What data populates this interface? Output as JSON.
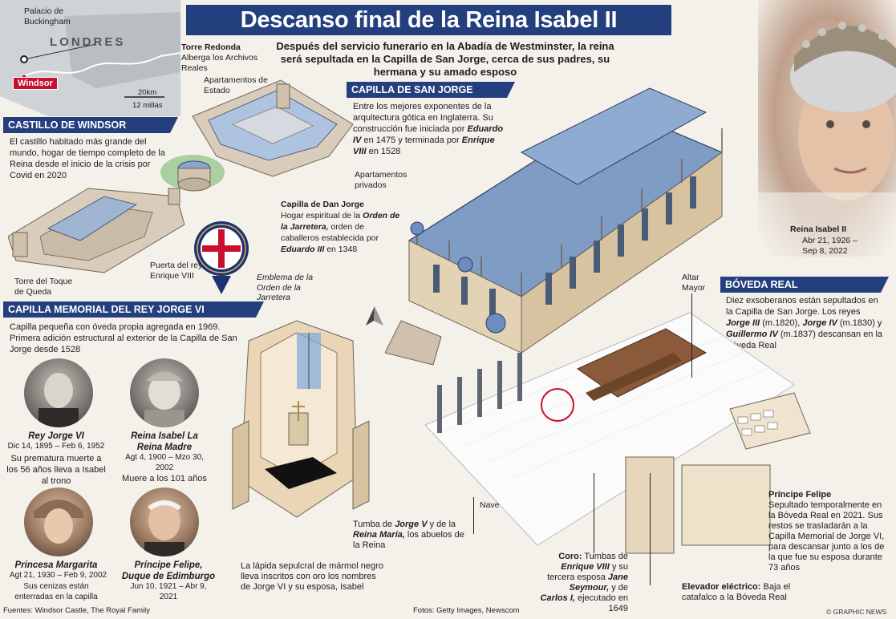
{
  "header": {
    "title": "Descanso final de la Reina Isabel II",
    "subtitle": "Después del servicio funerario en la Abadía de Westminster, la reina será sepultada en la Capilla de San Jorge, cerca de sus padres, su hermana y su amado esposo"
  },
  "map": {
    "palace_label": "Palacio de Buckingham",
    "city_label": "LONDRES",
    "windsor_label": "Windsor",
    "scale_km": "20km",
    "scale_miles": "12 millas"
  },
  "castle": {
    "section_title": "CASTILLO DE WINDSOR",
    "description": "El castillo habitado más grande del mundo, hogar de tiempo completo de la Reina desde el inicio de la crisis por Covid en 2020",
    "round_tower_title": "Torre Redonda",
    "round_tower_desc": "Alberga los Archivos Reales",
    "state_apartments": "Apartamentos de Estado",
    "private_apartments": "Apartamentos privados",
    "curfew_tower": "Torre del Toque de Queda",
    "henry_gate": "Puerta del rey Enrique VIII"
  },
  "garter": {
    "chapel_title": "Capilla de Dan Jorge",
    "chapel_desc_1": "Hogar espiritual de la",
    "order_name": "Orden de la Jarretera,",
    "chapel_desc_2": "orden de caballeros establecida por",
    "king_name": "Eduardo III",
    "chapel_desc_3": "en 1348",
    "emblem_caption": "Emblema de la Orden de la Jarretera"
  },
  "st_george": {
    "section_title": "CAPILLA DE SAN JORGE",
    "desc_1": "Entre los mejores exponentes de la arquitectura gótica en Inglaterra. Su construcción fue iniciada por",
    "king_1": "Eduardo IV",
    "desc_2": "en 1475 y terminada por",
    "king_2": "Enrique VIII",
    "desc_3": "en 1528"
  },
  "queen": {
    "name": "Reina Isabel II",
    "born": "Abr 21, 1926 –",
    "died": "Sep 8, 2022"
  },
  "memorial": {
    "section_title": "CAPILLA MEMORIAL DEL REY JORGE VI",
    "description": "Capilla pequeña con óveda propia agregada en 1969. Primera adición estructural al exterior de la Capilla de San Jorge desde 1528",
    "ledger_caption": "La lápida sepulcral de mármol negro lleva inscritos con oro los nombres de Jorge VI y su esposa, Isabel"
  },
  "people": [
    {
      "name": "Rey Jorge VI",
      "dates": "Dic 14, 1895 – Feb 6, 1952",
      "note": "Su prematura muerte a los 56 años lleva a Isabel al trono"
    },
    {
      "name": "Reina Isabel La Reina Madre",
      "dates": "Agt 4, 1900 – Mzo 30, 2002",
      "note": "Muere a los 101 años"
    },
    {
      "name": "Princesa Margarita",
      "dates": "Agt 21, 1930 – Feb 9, 2002",
      "note": "Sus cenizas están enterradas en la capilla"
    },
    {
      "name": "Príncipe Felipe, Duque de Edimburgo",
      "dates": "Jun 10, 1921 – Abr 9, 2021",
      "note": ""
    }
  ],
  "vault": {
    "altar_label": "Altar Mayor",
    "section_title": "BÓVEDA REAL",
    "desc_1": "Diez exsoberanos están sepultados en la Capilla de San Jorge. Los reyes",
    "k1": "Jorge III",
    "k1_d": "(m.1820),",
    "k2": "Jorge IV",
    "k2_d": "(m.1830) y",
    "k3": "Guillermo IV",
    "desc_2": "(m.1837) descansan en la Bóveda Real",
    "nave_label": "Nave",
    "tomb_1": "Tumba de",
    "tomb_king": "Jorge V",
    "tomb_2": "y de la",
    "tomb_queen": "Reina María,",
    "tomb_3": "los abuelos de la Reina",
    "coro_title": "Coro:",
    "coro_1": "Tumbas de",
    "coro_k1": "Enrique VIII",
    "coro_2": "y su tercera esposa",
    "coro_k2": "Jane Seymour,",
    "coro_3": "y de",
    "coro_k3": "Carlos I,",
    "coro_4": "ejecutado en 1649",
    "lift_title": "Elevador eléctrico:",
    "lift_desc": "Baja el catafalco a la Bóveda Real",
    "philip_title": "Príncipe Felipe",
    "philip_desc": "Sepultado temporalmente en la Bóveda Real en 2021. Sus restos se trasladarán a la Capilla Memorial de Jorge VI, para descansar junto a los de la que fue su esposa durante 73 años"
  },
  "footer": {
    "sources": "Fuentes: Windsor Castle, The Royal Family",
    "photos": "Fotos: Getty Images, Newscom",
    "credit": "© GRAPHIC NEWS"
  },
  "colors": {
    "banner": "#243f7e",
    "roof": "#7f9cc4",
    "stone": "#e9d6b8",
    "background": "#f4f1eb"
  }
}
